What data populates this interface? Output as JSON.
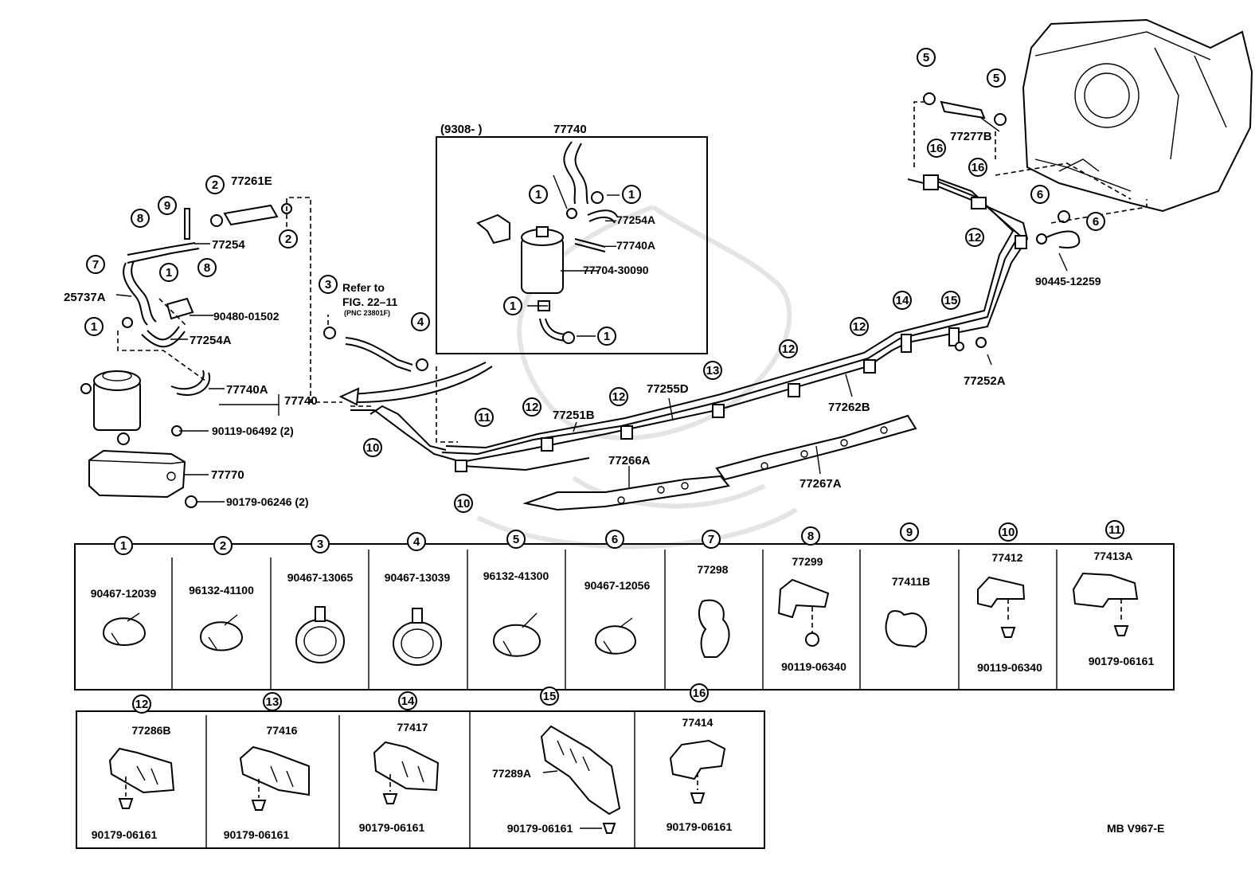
{
  "diagram_code": "MB V967-E",
  "inset": {
    "date_range": "(9308-          )",
    "part": "77740"
  },
  "refer_note": {
    "line1": "Refer to",
    "line2": "FIG. 22–11",
    "line3": "(PNC 23801F)"
  },
  "labels": {
    "p77261E": "77261E",
    "p77254": "77254",
    "p25737A": "25737A",
    "p90480": "90480-01502",
    "p77254A_left": "77254A",
    "p77740A_left": "77740A",
    "p77740_left": "77740",
    "p90119_left": "90119-06492 (2)",
    "p77770": "77770",
    "p90179_left": "90179-06246 (2)",
    "p77254A_inset": "—77254A",
    "p77740A_inset": "—77740A",
    "p77704": "77704-30090",
    "p77277B": "77277B",
    "p90445": "90445-12259",
    "p77252A": "77252A",
    "p77262B": "77262B",
    "p77255D": "77255D",
    "p77251B": "77251B",
    "p77266A": "77266A",
    "p77267A": "77267A"
  },
  "callouts": {
    "c1": "1",
    "c2": "2",
    "c3": "3",
    "c4": "4",
    "c5": "5",
    "c6": "6",
    "c7": "7",
    "c8": "8",
    "c9": "9",
    "c10": "10",
    "c11": "11",
    "c12": "12",
    "c13": "13",
    "c14": "14",
    "c15": "15",
    "c16": "16"
  },
  "parts_table_row1": [
    {
      "ref": "1",
      "part": "90467-12039",
      "fastener": ""
    },
    {
      "ref": "2",
      "part": "96132-41100",
      "fastener": ""
    },
    {
      "ref": "3",
      "part": "90467-13065",
      "fastener": ""
    },
    {
      "ref": "4",
      "part": "90467-13039",
      "fastener": ""
    },
    {
      "ref": "5",
      "part": "96132-41300",
      "fastener": ""
    },
    {
      "ref": "6",
      "part": "90467-12056",
      "fastener": ""
    },
    {
      "ref": "7",
      "part": "77298",
      "fastener": ""
    },
    {
      "ref": "8",
      "part": "77299",
      "fastener": "90119-06340"
    },
    {
      "ref": "9",
      "part": "77411B",
      "fastener": ""
    },
    {
      "ref": "10",
      "part": "77412",
      "fastener": "90119-06340"
    },
    {
      "ref": "11",
      "part": "77413A",
      "fastener": "90179-06161"
    }
  ],
  "parts_table_row2": [
    {
      "ref": "12",
      "part": "77286B",
      "fastener": "90179-06161"
    },
    {
      "ref": "13",
      "part": "77416",
      "fastener": "90179-06161"
    },
    {
      "ref": "14",
      "part": "77417",
      "fastener": "90179-06161"
    },
    {
      "ref": "15",
      "part": "77289A",
      "fastener": "90179-06161"
    },
    {
      "ref": "16",
      "part": "77414",
      "fastener": "90179-06161"
    }
  ]
}
